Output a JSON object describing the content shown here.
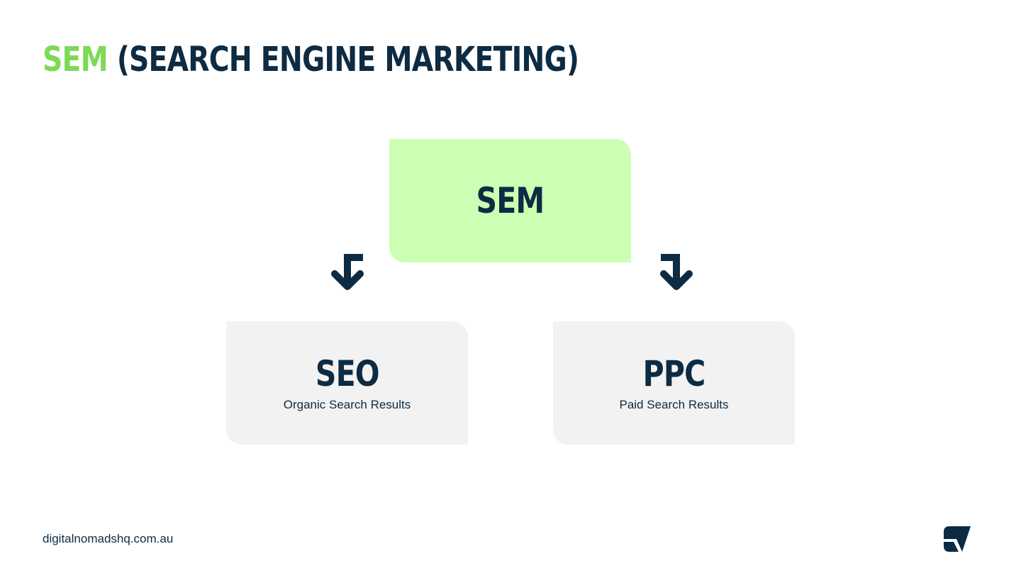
{
  "title": {
    "accent": "SEM",
    "rest": " (SEARCH ENGINE MARKETING)"
  },
  "diagram": {
    "root": {
      "label": "SEM"
    },
    "children": [
      {
        "label": "SEO",
        "sublabel": "Organic Search Results"
      },
      {
        "label": "PPC",
        "sublabel": "Paid Search Results"
      }
    ]
  },
  "footer": {
    "url": "digitalnomadshq.com.au"
  },
  "icons": {
    "left_arrow": "arrow-turn-down-left-icon",
    "right_arrow": "arrow-turn-down-right-icon",
    "logo": "paper-plane-logo-icon"
  },
  "colors": {
    "navy": "#0d2b42",
    "accent_green": "#7ed957",
    "root_box": "#ccffb3",
    "child_box": "#f2f2f2"
  }
}
